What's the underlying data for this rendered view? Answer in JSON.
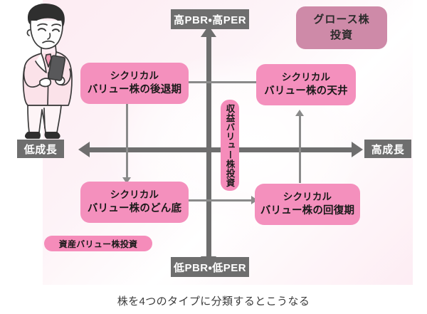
{
  "caption": "株を4つのタイプに分類するとこうなる",
  "axis_labels": {
    "top": "高PBR・高PER",
    "bottom": "低PBR・低PER",
    "left": "低成長",
    "right": "高成長"
  },
  "quadrants": [
    {
      "id": "top-left",
      "line1": "シクリカル",
      "line2": "バリュー株の後退期"
    },
    {
      "id": "top-right",
      "line1": "シクリカル",
      "line2": "バリュー株の天井"
    },
    {
      "id": "bottom-left",
      "line1": "シクリカル",
      "line2": "バリュー株のどん底"
    },
    {
      "id": "bottom-right",
      "line1": "シクリカル",
      "line2": "バリュー株の回復期"
    }
  ],
  "strategies": {
    "growth": {
      "line1": "グロース株",
      "line2": "投資"
    },
    "earnings_value": "収益バリュー株投資",
    "asset_value": "資産バリュー株投資"
  },
  "illustration": {
    "name": "businessman-looking-at-smartphone"
  },
  "colors": {
    "axis_gray": "#6e6e6e",
    "quadrant_pink": "#f490bd",
    "strategy_mauve": "#ce8aa8",
    "pill_pink": "#f58cba",
    "cycle_arrow_gray": "#8a8a8a",
    "caption_text": "#3b3b3b",
    "background": "#ffffff"
  }
}
